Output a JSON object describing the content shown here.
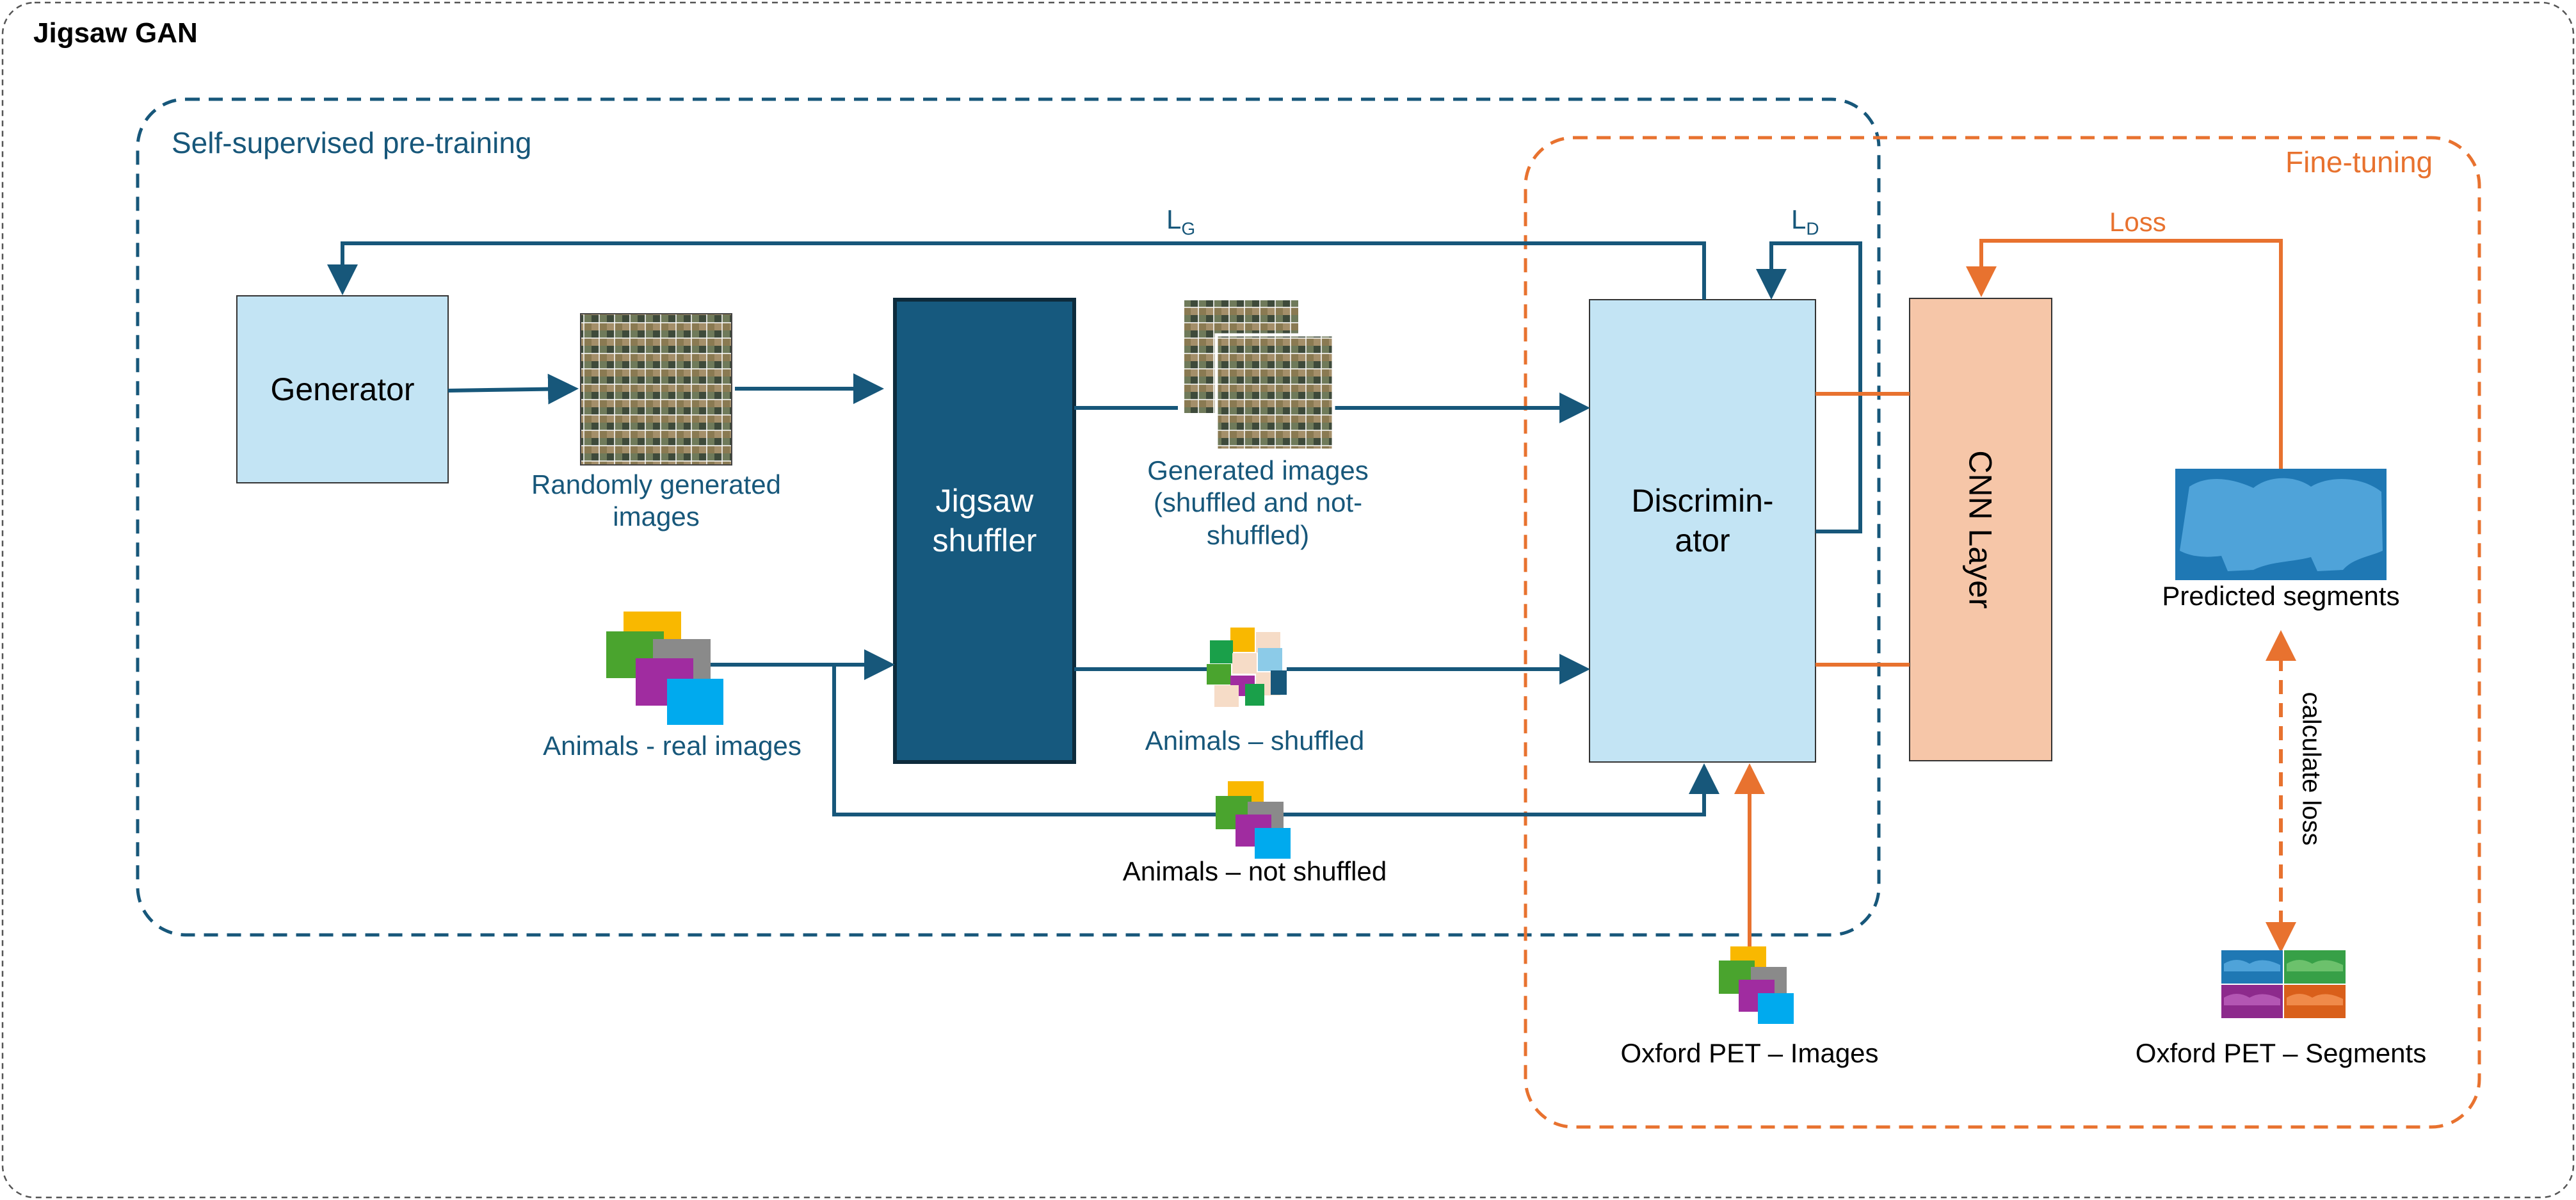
{
  "title": "Jigsaw GAN",
  "regions": {
    "pretraining": "Self-supervised pre-training",
    "finetuning": "Fine-tuning"
  },
  "nodes": {
    "generator": "Generator",
    "shuffler": "Jigsaw\nshuffler",
    "discriminator": "Discrimin-\nator",
    "cnn_layer": "CNN Layer"
  },
  "labels": {
    "random_images": "Randomly generated\nimages",
    "generated_images": "Generated images\n(shuffled and not-\nshuffled)",
    "animals_real": "Animals - real images",
    "animals_shuffled": "Animals – shuffled",
    "animals_not_shuffled": "Animals – not shuffled",
    "predicted_segments": "Predicted segments",
    "calculate_loss": "calculate loss",
    "oxford_images": "Oxford PET – Images",
    "oxford_segments": "Oxford PET – Segments",
    "loss": "Loss",
    "lg_main": "L",
    "lg_sub": "G",
    "ld_main": "L",
    "ld_sub": "D"
  },
  "colors": {
    "teal": "#17577a",
    "orange": "#e8722f",
    "light_blue": "#c3e4f4",
    "peach": "#f6c6a8",
    "dark_teal": "#16597e"
  }
}
